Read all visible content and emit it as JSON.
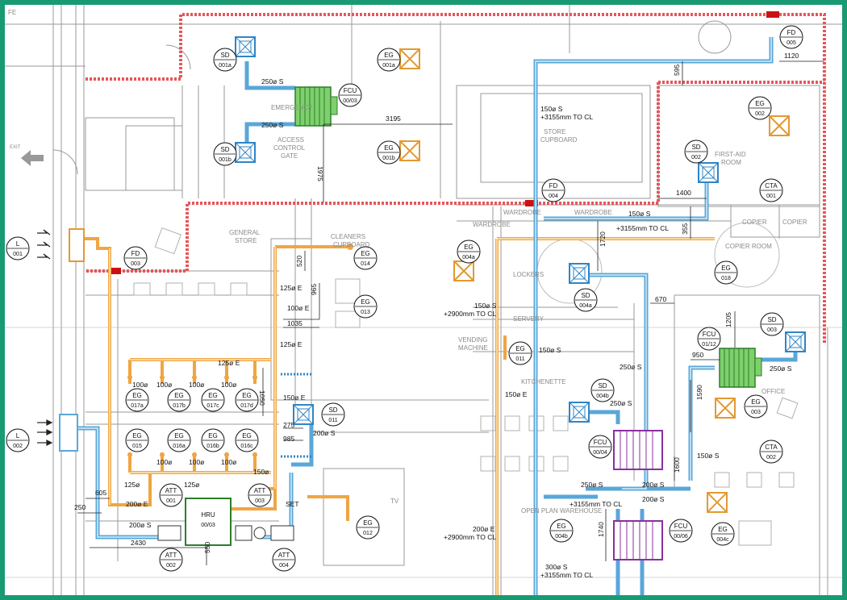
{
  "meta": {
    "frame_color": "#1a9a73"
  },
  "colors": {
    "fire_wall": "#e8555a",
    "supply_duct": "#5aa7d8",
    "exhaust_duct": "#f0a542",
    "fcu": "#45a83a",
    "att": "#8a2fa0",
    "wall": "#9a9a9a"
  },
  "rooms": {
    "emergency": "EMERGENCY",
    "access_gate": "ACCESS\nCONTROL\nGATE",
    "store_cupboard": "STORE\nCUPBOARD",
    "first_aid": "FIRST-AID\nROOM",
    "general_store": "GENERAL\nSTORE",
    "cleaners": "CLEANERS\nCUPBOARD",
    "wardrobe1": "WARDROBE",
    "wardrobe2": "WARDROBE",
    "wardrobe3": "WARDROBE",
    "copier1": "COPIER",
    "copier2": "COPIER",
    "copier_room": "COPIER ROOM",
    "lockers": "LOCKERS",
    "vending": "VENDING\nMACHINE",
    "kitchenette": "KITCHENETTE",
    "servery": "SERVERY",
    "office": "OFFICE",
    "open_plan": "OPEN PLAN WAREHOUSE",
    "fe": "FE",
    "exit": "EXIT",
    "tv": "TV"
  },
  "tags": [
    {
      "id": "sd001a",
      "top": "SD",
      "bot": "001a"
    },
    {
      "id": "eg001a",
      "top": "EG",
      "bot": "001a"
    },
    {
      "id": "fcu003",
      "top": "FCU",
      "bot": "00/03"
    },
    {
      "id": "sd001b",
      "top": "SD",
      "bot": "001b"
    },
    {
      "id": "eg001b",
      "top": "EG",
      "bot": "001b"
    },
    {
      "id": "fd005",
      "top": "FD",
      "bot": "005"
    },
    {
      "id": "eg002",
      "top": "EG",
      "bot": "002"
    },
    {
      "id": "sd002",
      "top": "SD",
      "bot": "002"
    },
    {
      "id": "cta001",
      "top": "CTA",
      "bot": "001"
    },
    {
      "id": "fd004",
      "top": "FD",
      "bot": "004"
    },
    {
      "id": "eg004a",
      "top": "EG",
      "bot": "004a"
    },
    {
      "id": "eg018",
      "top": "EG",
      "bot": "018"
    },
    {
      "id": "fd003",
      "top": "FD",
      "bot": "003"
    },
    {
      "id": "eg014",
      "top": "EG",
      "bot": "014"
    },
    {
      "id": "eg013",
      "top": "EG",
      "bot": "013"
    },
    {
      "id": "sd004a",
      "top": "SD",
      "bot": "004a"
    },
    {
      "id": "sd003",
      "top": "SD",
      "bot": "003"
    },
    {
      "id": "fcu0112",
      "top": "FCU",
      "bot": "01/12"
    },
    {
      "id": "eg011",
      "top": "EG",
      "bot": "011"
    },
    {
      "id": "eg017a",
      "top": "EG",
      "bot": "017a"
    },
    {
      "id": "eg017b",
      "top": "EG",
      "bot": "017b"
    },
    {
      "id": "eg017c",
      "top": "EG",
      "bot": "017c"
    },
    {
      "id": "eg017d",
      "top": "EG",
      "bot": "017d"
    },
    {
      "id": "sd004b",
      "top": "SD",
      "bot": "004b"
    },
    {
      "id": "eg003",
      "top": "EG",
      "bot": "003"
    },
    {
      "id": "eg015",
      "top": "EG",
      "bot": "015"
    },
    {
      "id": "eg016a",
      "top": "EG",
      "bot": "016a"
    },
    {
      "id": "eg016b",
      "top": "EG",
      "bot": "016b"
    },
    {
      "id": "eg016c",
      "top": "EG",
      "bot": "016c"
    },
    {
      "id": "sd011",
      "top": "SD",
      "bot": "011"
    },
    {
      "id": "fcu004",
      "top": "FCU",
      "bot": "00/04"
    },
    {
      "id": "cta002",
      "top": "CTA",
      "bot": "002"
    },
    {
      "id": "att001",
      "top": "ATT",
      "bot": "001"
    },
    {
      "id": "att003",
      "top": "ATT",
      "bot": "003"
    },
    {
      "id": "eg012",
      "top": "EG",
      "bot": "012"
    },
    {
      "id": "eg004b",
      "top": "EG",
      "bot": "004b"
    },
    {
      "id": "fcu006",
      "top": "FCU",
      "bot": "00/06"
    },
    {
      "id": "eg004c",
      "top": "EG",
      "bot": "004c"
    },
    {
      "id": "att002",
      "top": "ATT",
      "bot": "002"
    },
    {
      "id": "att004",
      "top": "ATT",
      "bot": "004"
    },
    {
      "id": "hru003",
      "top": "HRU",
      "bot": "00/03"
    },
    {
      "id": "l001",
      "top": "L",
      "bot": "001"
    },
    {
      "id": "l002",
      "top": "L",
      "bot": "002"
    }
  ],
  "notes": {
    "d250s_a": "250ø S",
    "d250s_b": "250ø S",
    "d3195": "3195",
    "d1975": "1975",
    "d595": "595",
    "d1120": "1120",
    "d150s_top": "150ø S",
    "d3155_top": "+3155mm TO CL",
    "d1400": "1400",
    "d150s_r": "150ø S",
    "d3155_r": "+3155mm TO CL",
    "d355": "355",
    "d1720": "1720",
    "d520": "520",
    "d125e_a": "125ø E",
    "d965": "965",
    "d100e_a": "100ø E",
    "d1035": "1035",
    "d150s_mid": "150ø S",
    "d2900_mid": "+2900mm TO CL",
    "d670": "670",
    "d1205": "1205",
    "d125e_b": "125ø E",
    "d150s_k": "150ø S",
    "d950": "950",
    "d250s_c": "250ø S",
    "d150e_k": "150ø E",
    "d125e_c": "125ø E",
    "d100o_a": "100ø",
    "d100o_b": "100ø",
    "d100o_c": "100ø",
    "d100o_d": "100ø",
    "d1050": "1050",
    "d150e_b": "150ø E",
    "d250s_d": "250ø S",
    "d275": "275",
    "d985": "985",
    "d200s_a": "200ø S",
    "d1590": "1590",
    "d100o_e": "100ø",
    "d100o_f": "100ø",
    "d100o_g": "100ø",
    "d150o": "150ø",
    "d1600": "1600",
    "d150s_o": "150ø S",
    "d125o_a": "125ø",
    "d125o_b": "125ø",
    "d605": "605",
    "d200e_a": "200ø E",
    "d250": "250",
    "d200s_b": "200ø S",
    "d250s_e": "250ø S",
    "d200s_c": "200ø S",
    "d3155_b": "+3155mm TO CL",
    "d200s_d": "200ø S",
    "d200e_b": "200ø E",
    "d2900_b": "+2900mm TO CL",
    "d1740": "1740",
    "d2430": "2430",
    "d550": "550",
    "set": "SET",
    "d300s": "300ø S",
    "d3155_c": "+3155mm TO CL"
  }
}
